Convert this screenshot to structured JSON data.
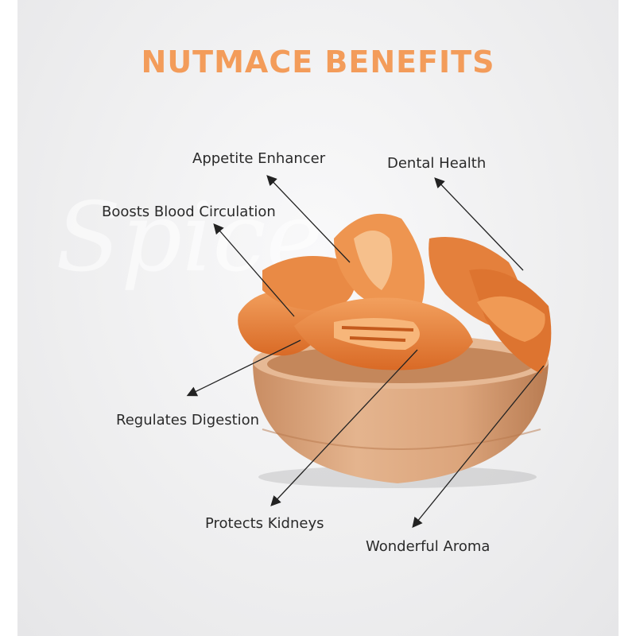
{
  "title": "NUTMACE BENEFITS",
  "watermark": "Spice",
  "benefits": [
    {
      "label": "Appetite Enhancer"
    },
    {
      "label": "Dental Health"
    },
    {
      "label": "Boosts Blood Circulation"
    },
    {
      "label": "Regulates Digestion"
    },
    {
      "label": "Protects Kidneys"
    },
    {
      "label": "Wonderful Aroma"
    }
  ],
  "colors": {
    "title": "#f39c5a",
    "bowl": "#d9a57d",
    "mace": "#e8823a",
    "text": "#2a2a2a"
  }
}
